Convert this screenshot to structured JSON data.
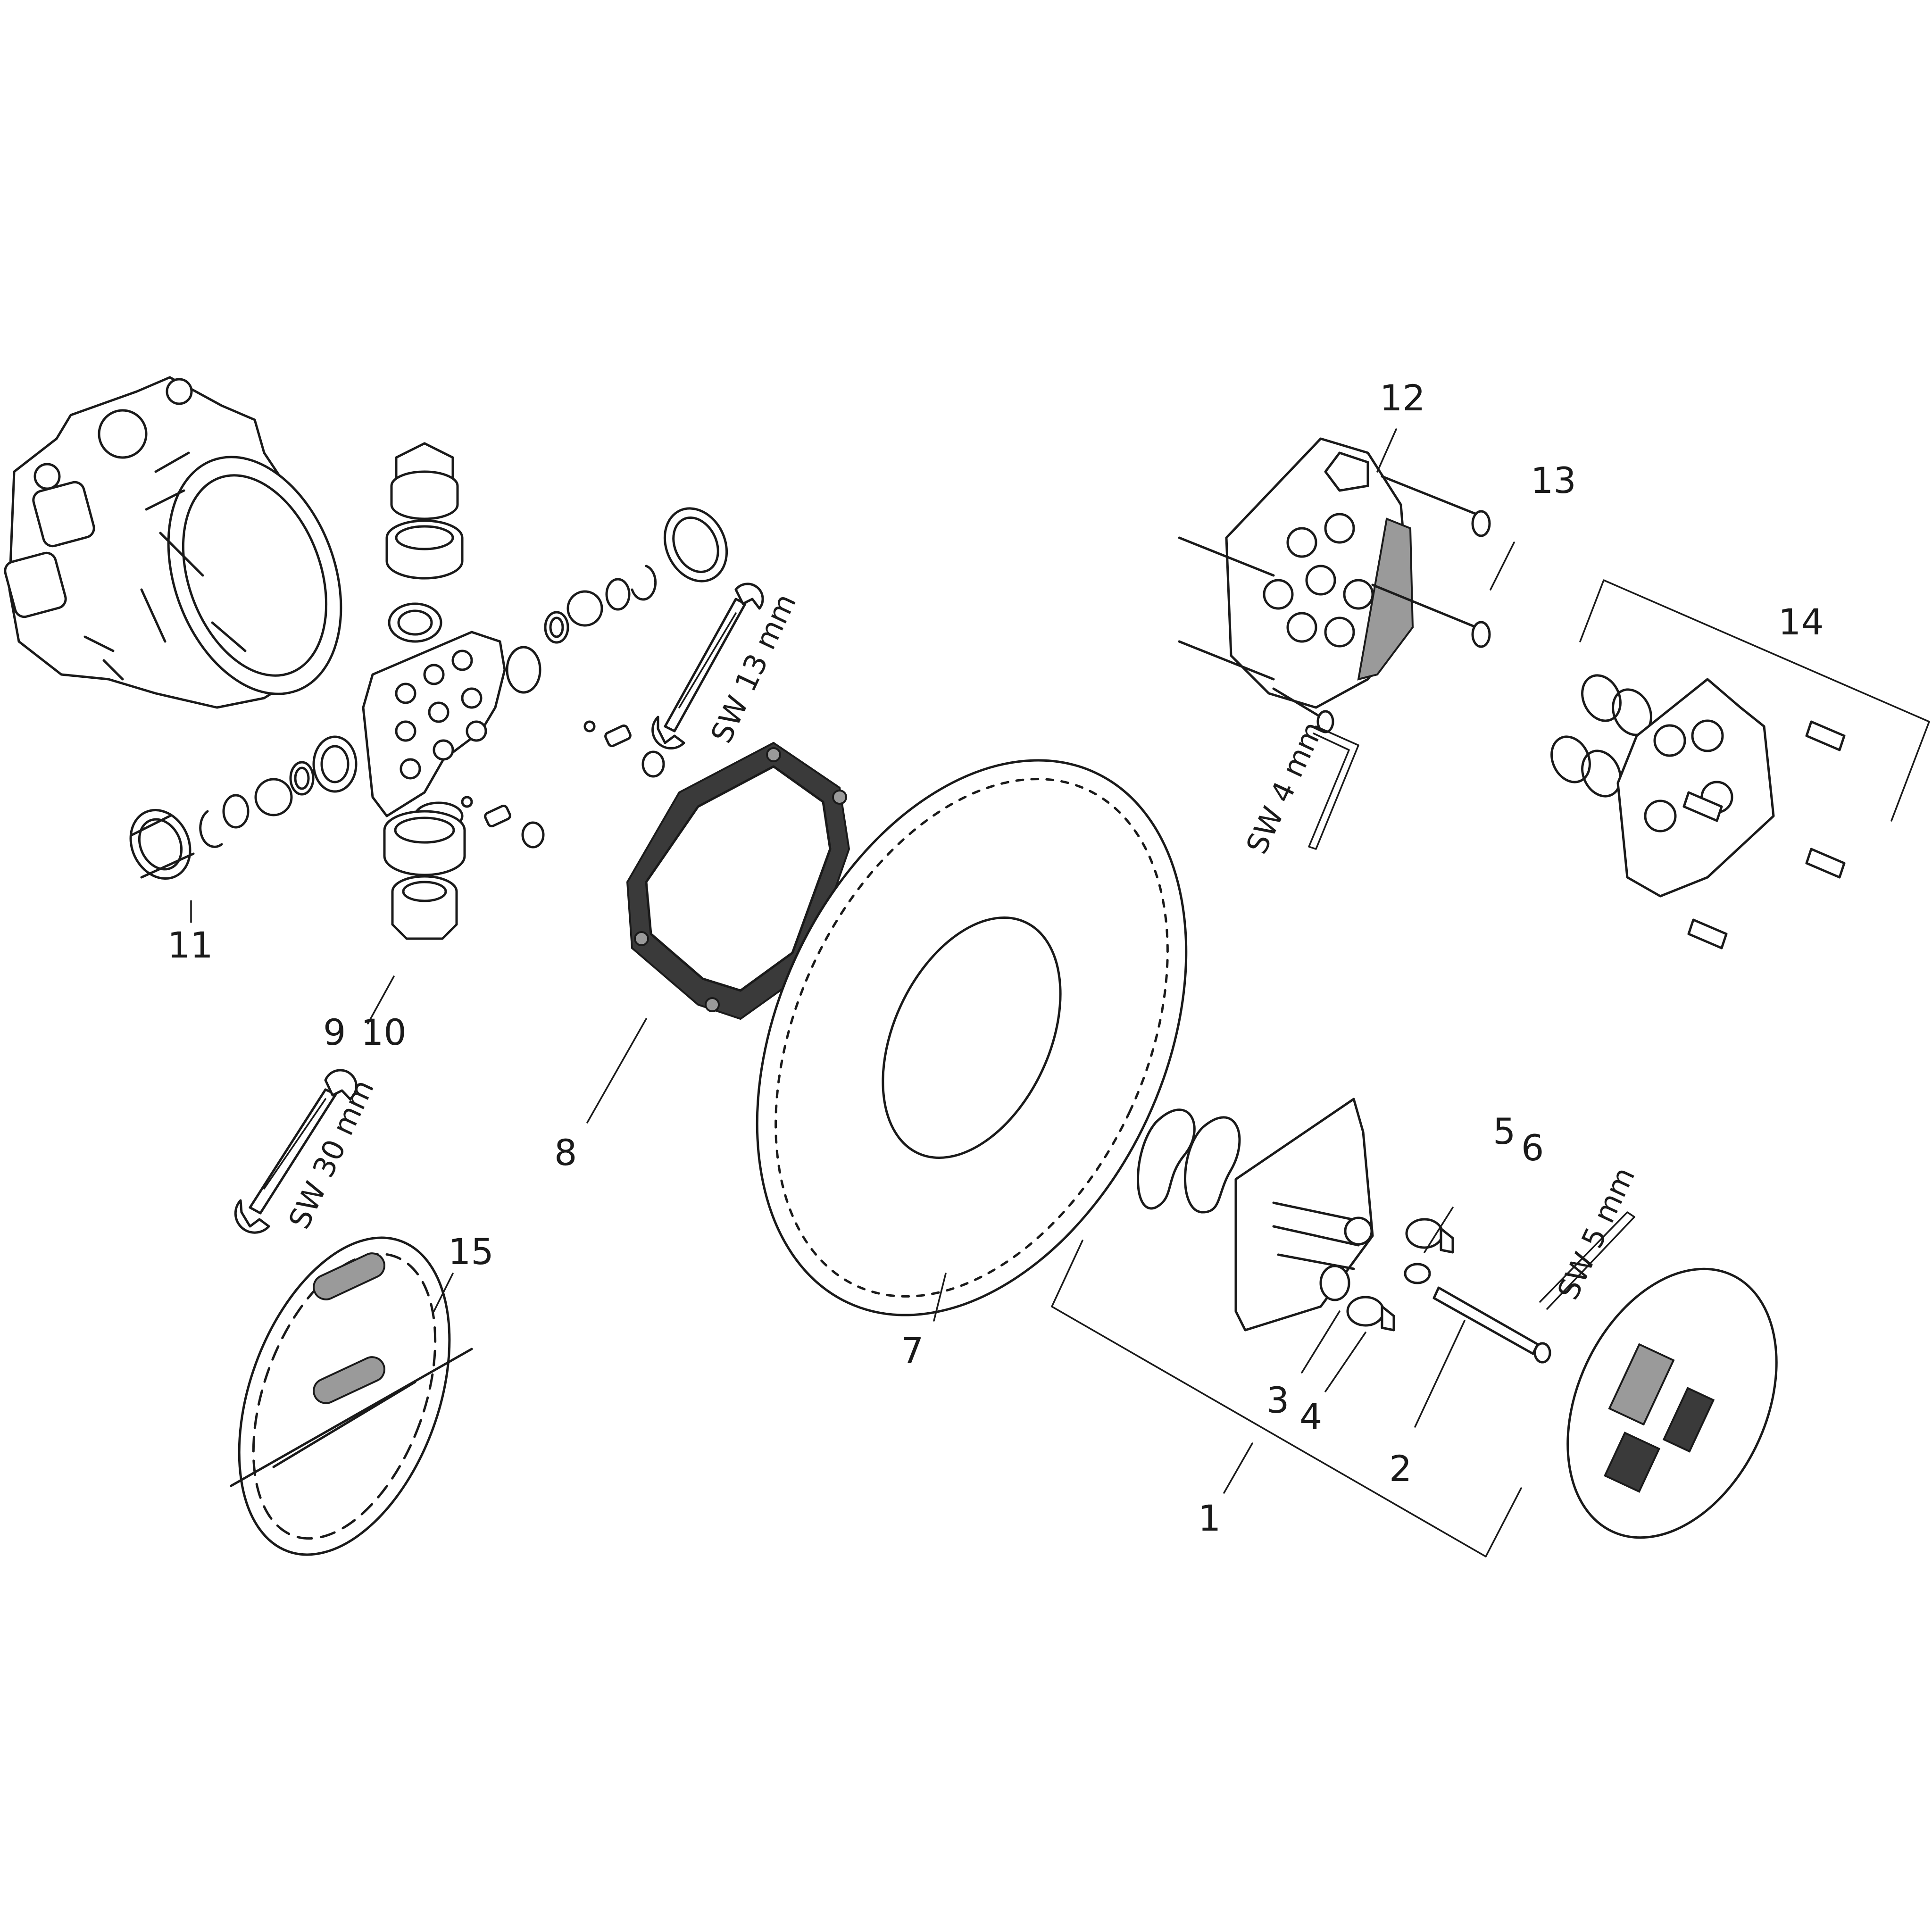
{
  "labels": {
    "p1": "1",
    "p2": "2",
    "p3": "3",
    "p4": "4",
    "p5": "5",
    "p6": "6",
    "p7": "7",
    "p8": "8",
    "p9": "9",
    "p10": "10",
    "p11": "11",
    "p12": "12",
    "p13": "13",
    "p14": "14",
    "p15": "15"
  },
  "tools": {
    "sw13": "SW 13 mm",
    "sw30": "SW 30 mm",
    "sw4": "SW 4 mm",
    "sw5": "SW 5 mm"
  }
}
